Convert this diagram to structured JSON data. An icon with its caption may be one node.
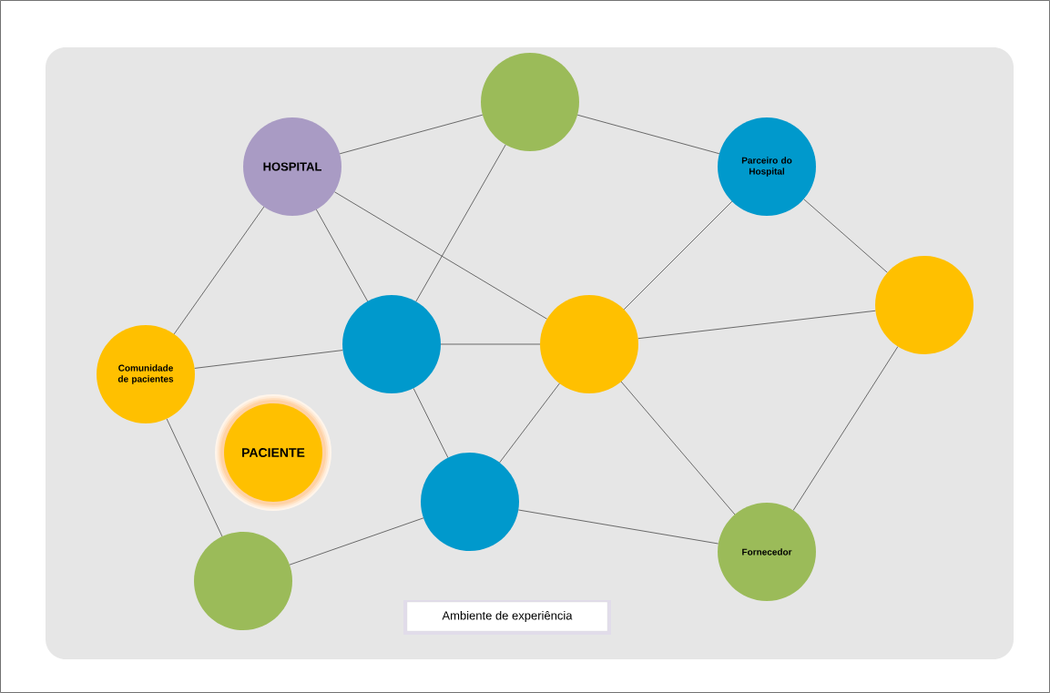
{
  "diagram": {
    "nodes": [
      {
        "text": [
          "Ambiente de experiência"
        ]
      },
      {
        "text": [
          "HOSPITAL"
        ],
        "in": 0
      },
      {
        "text": [],
        "shape": "circle",
        "in": 0
      },
      {
        "text": [
          "Parceiro do Hospital"
        ],
        "in": 0
      },
      {
        "text": [],
        "shape": "circle",
        "in": 0
      },
      {
        "text": [
          "Comunidade de pacientes"
        ],
        "in": 0
      },
      {
        "text": [],
        "shape": "circle",
        "in": 0
      },
      {
        "text": [],
        "shape": "circle",
        "in": 0
      },
      {
        "text": [
          "PACIENTE"
        ],
        "in": 0
      },
      {
        "text": [],
        "shape": "circle",
        "in": 0
      },
      {
        "text": [],
        "shape": "circle",
        "in": 0
      },
      {
        "text": [
          "Fornecedor"
        ],
        "in": 0
      }
    ],
    "edges": [
      {
        "from": 1,
        "to": 2,
        "arrow": "none"
      },
      {
        "from": 2,
        "to": 3,
        "arrow": "none"
      },
      {
        "from": 3,
        "to": 4,
        "arrow": "none"
      },
      {
        "from": 1,
        "to": 5,
        "arrow": "none"
      },
      {
        "from": 1,
        "to": 6,
        "arrow": "none"
      },
      {
        "from": 1,
        "to": 7,
        "arrow": "none"
      },
      {
        "from": 2,
        "to": 6,
        "arrow": "none"
      },
      {
        "from": 3,
        "to": 7,
        "arrow": "none"
      },
      {
        "from": 5,
        "to": 6,
        "arrow": "none"
      },
      {
        "from": 6,
        "to": 7,
        "arrow": "none"
      },
      {
        "from": 7,
        "to": 4,
        "arrow": "none"
      },
      {
        "from": 5,
        "to": 10,
        "arrow": "none"
      },
      {
        "from": 10,
        "to": 9,
        "arrow": "none"
      },
      {
        "from": 6,
        "to": 9,
        "arrow": "none"
      },
      {
        "from": 9,
        "to": 7,
        "arrow": "none"
      },
      {
        "from": 9,
        "to": 11,
        "arrow": "none"
      },
      {
        "from": 7,
        "to": 11,
        "arrow": "none"
      },
      {
        "from": 4,
        "to": 11,
        "arrow": "none"
      }
    ]
  }
}
